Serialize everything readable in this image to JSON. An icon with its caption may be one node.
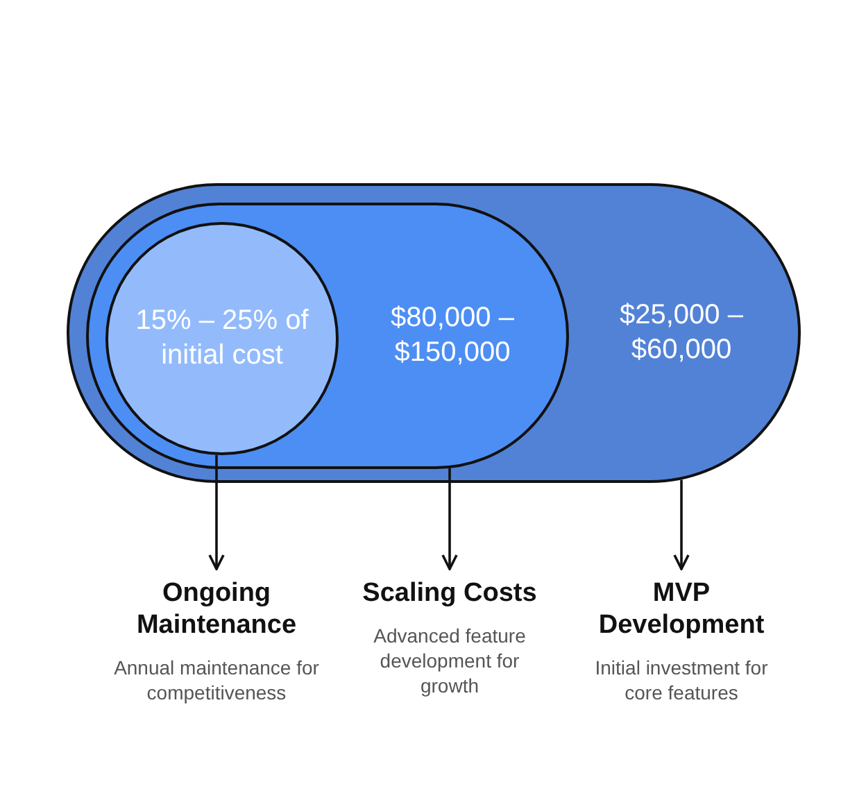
{
  "diagram": {
    "nodes": [
      {
        "text": [
          "$25,000 – $60,000"
        ]
      },
      {
        "text": [
          "$80,000 – $150,000"
        ],
        "in": 0
      },
      {
        "text": [
          "15% – 25% of initial cost"
        ],
        "in": 1
      },
      {
        "text": [
          "Ongoing Maintenance",
          "Annual maintenance for competitiveness"
        ]
      },
      {
        "text": [
          "Scaling Costs",
          "Advanced feature development for growth"
        ]
      },
      {
        "text": [
          "MVP Development",
          "Initial investment for core features"
        ]
      }
    ],
    "edges": [
      {
        "from": 2,
        "to": 3,
        "arrow": "to"
      },
      {
        "from": 1,
        "to": 4,
        "arrow": "to"
      },
      {
        "from": 0,
        "to": 5,
        "arrow": "to"
      }
    ]
  }
}
